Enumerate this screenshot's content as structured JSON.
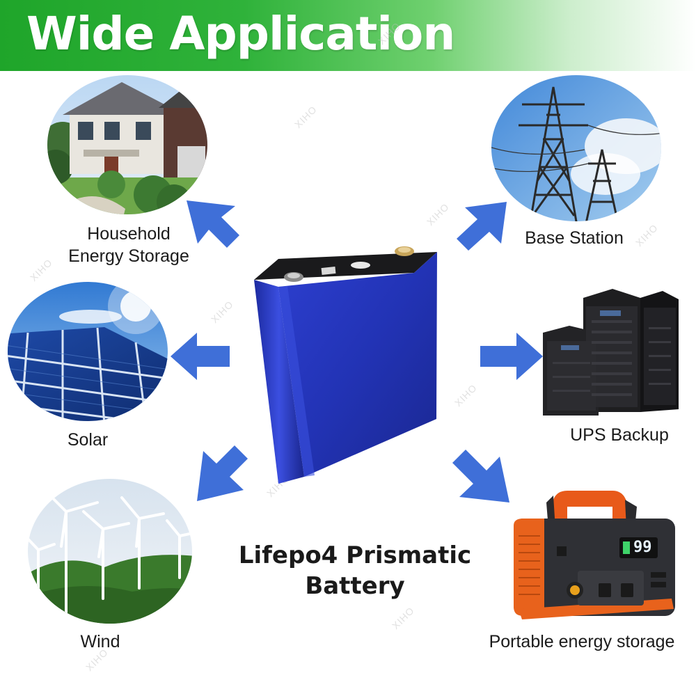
{
  "banner": {
    "title": "Wide Application"
  },
  "product": {
    "title_line1": "Lifepo4 Prismatic",
    "title_line2": "Battery"
  },
  "applications": {
    "household": {
      "line1": "Household",
      "line2": "Energy Storage"
    },
    "base_station": {
      "label": "Base Station"
    },
    "solar": {
      "label": "Solar"
    },
    "ups": {
      "label": "UPS Backup"
    },
    "wind": {
      "label": "Wind"
    },
    "portable": {
      "label": "Portable energy storage"
    }
  },
  "power_station_display": "99",
  "watermark": "XIHO",
  "colors": {
    "banner_green": "#2fb23a",
    "arrow_blue": "#3f6fd8",
    "battery_blue": "#2433b8",
    "label_text": "#1b1b1b"
  }
}
